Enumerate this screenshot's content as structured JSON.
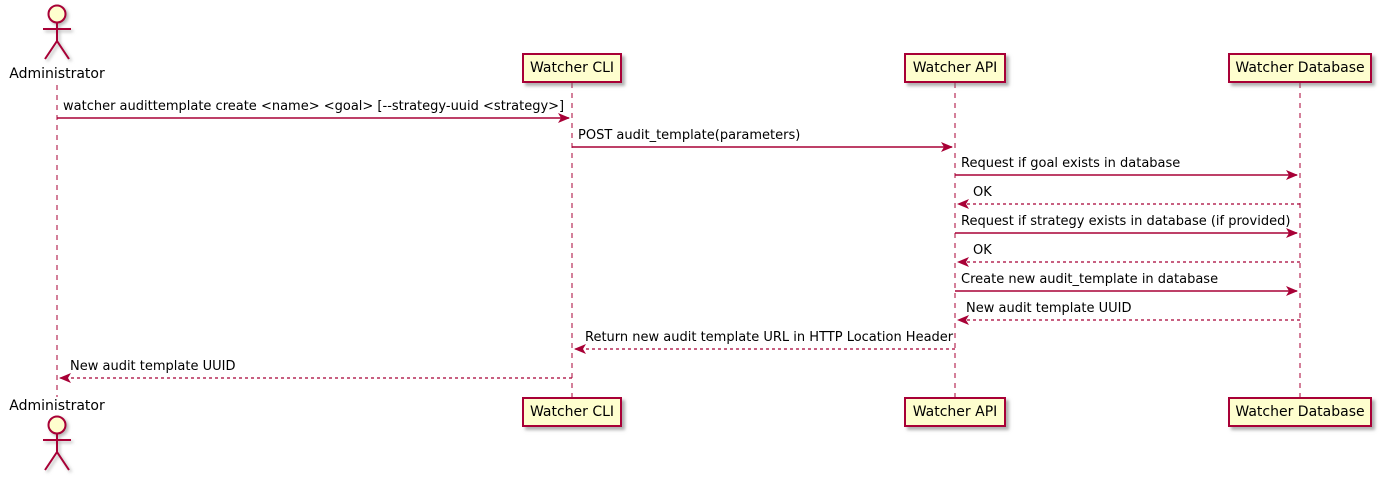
{
  "diagram_type": "sequence",
  "colors": {
    "line": "#A80036",
    "participant_fill": "#FEFECE",
    "text": "#000000"
  },
  "actor": {
    "name": "Administrator"
  },
  "participants": [
    {
      "label": "Watcher CLI"
    },
    {
      "label": "Watcher API"
    },
    {
      "label": "Watcher Database"
    }
  ],
  "messages": [
    {
      "from": "Administrator",
      "to": "Watcher CLI",
      "style": "solid",
      "label": "watcher audittemplate create <name> <goal> [--strategy-uuid <strategy>]"
    },
    {
      "from": "Watcher CLI",
      "to": "Watcher API",
      "style": "solid",
      "label": "POST audit_template(parameters)"
    },
    {
      "from": "Watcher API",
      "to": "Watcher Database",
      "style": "solid",
      "label": "Request if goal exists in database"
    },
    {
      "from": "Watcher Database",
      "to": "Watcher API",
      "style": "dotted",
      "label": "OK"
    },
    {
      "from": "Watcher API",
      "to": "Watcher Database",
      "style": "solid",
      "label": "Request if strategy exists in database (if provided)"
    },
    {
      "from": "Watcher Database",
      "to": "Watcher API",
      "style": "dotted",
      "label": "OK"
    },
    {
      "from": "Watcher API",
      "to": "Watcher Database",
      "style": "solid",
      "label": "Create new audit_template in database"
    },
    {
      "from": "Watcher Database",
      "to": "Watcher API",
      "style": "dotted",
      "label": "New audit template UUID"
    },
    {
      "from": "Watcher API",
      "to": "Watcher CLI",
      "style": "dotted",
      "label": "Return new audit template URL in HTTP Location Header"
    },
    {
      "from": "Watcher CLI",
      "to": "Administrator",
      "style": "dotted",
      "label": "New audit template UUID"
    }
  ]
}
